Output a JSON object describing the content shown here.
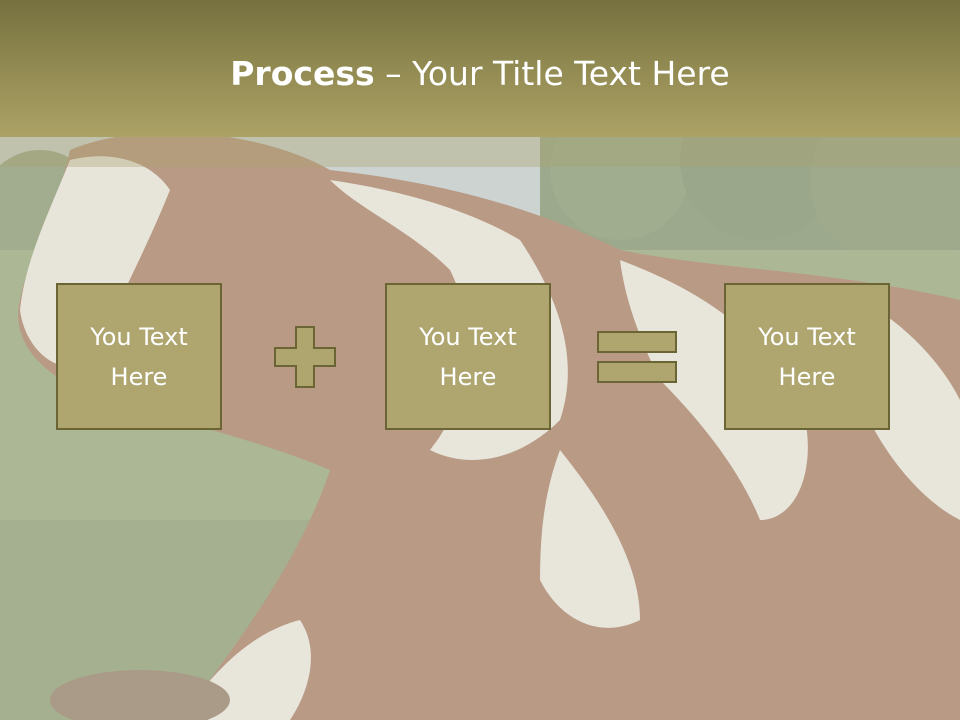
{
  "slide": {
    "title_bold": "Process",
    "title_rest": " – Your Title Text Here",
    "accent_color": "#aea56f",
    "border_color": "#6b6536"
  },
  "process": {
    "box1_text": "You Text Here",
    "operator1": "plus-icon",
    "box2_text": "You Text Here",
    "operator2": "equals-icon",
    "box3_text": "You Text Here"
  }
}
